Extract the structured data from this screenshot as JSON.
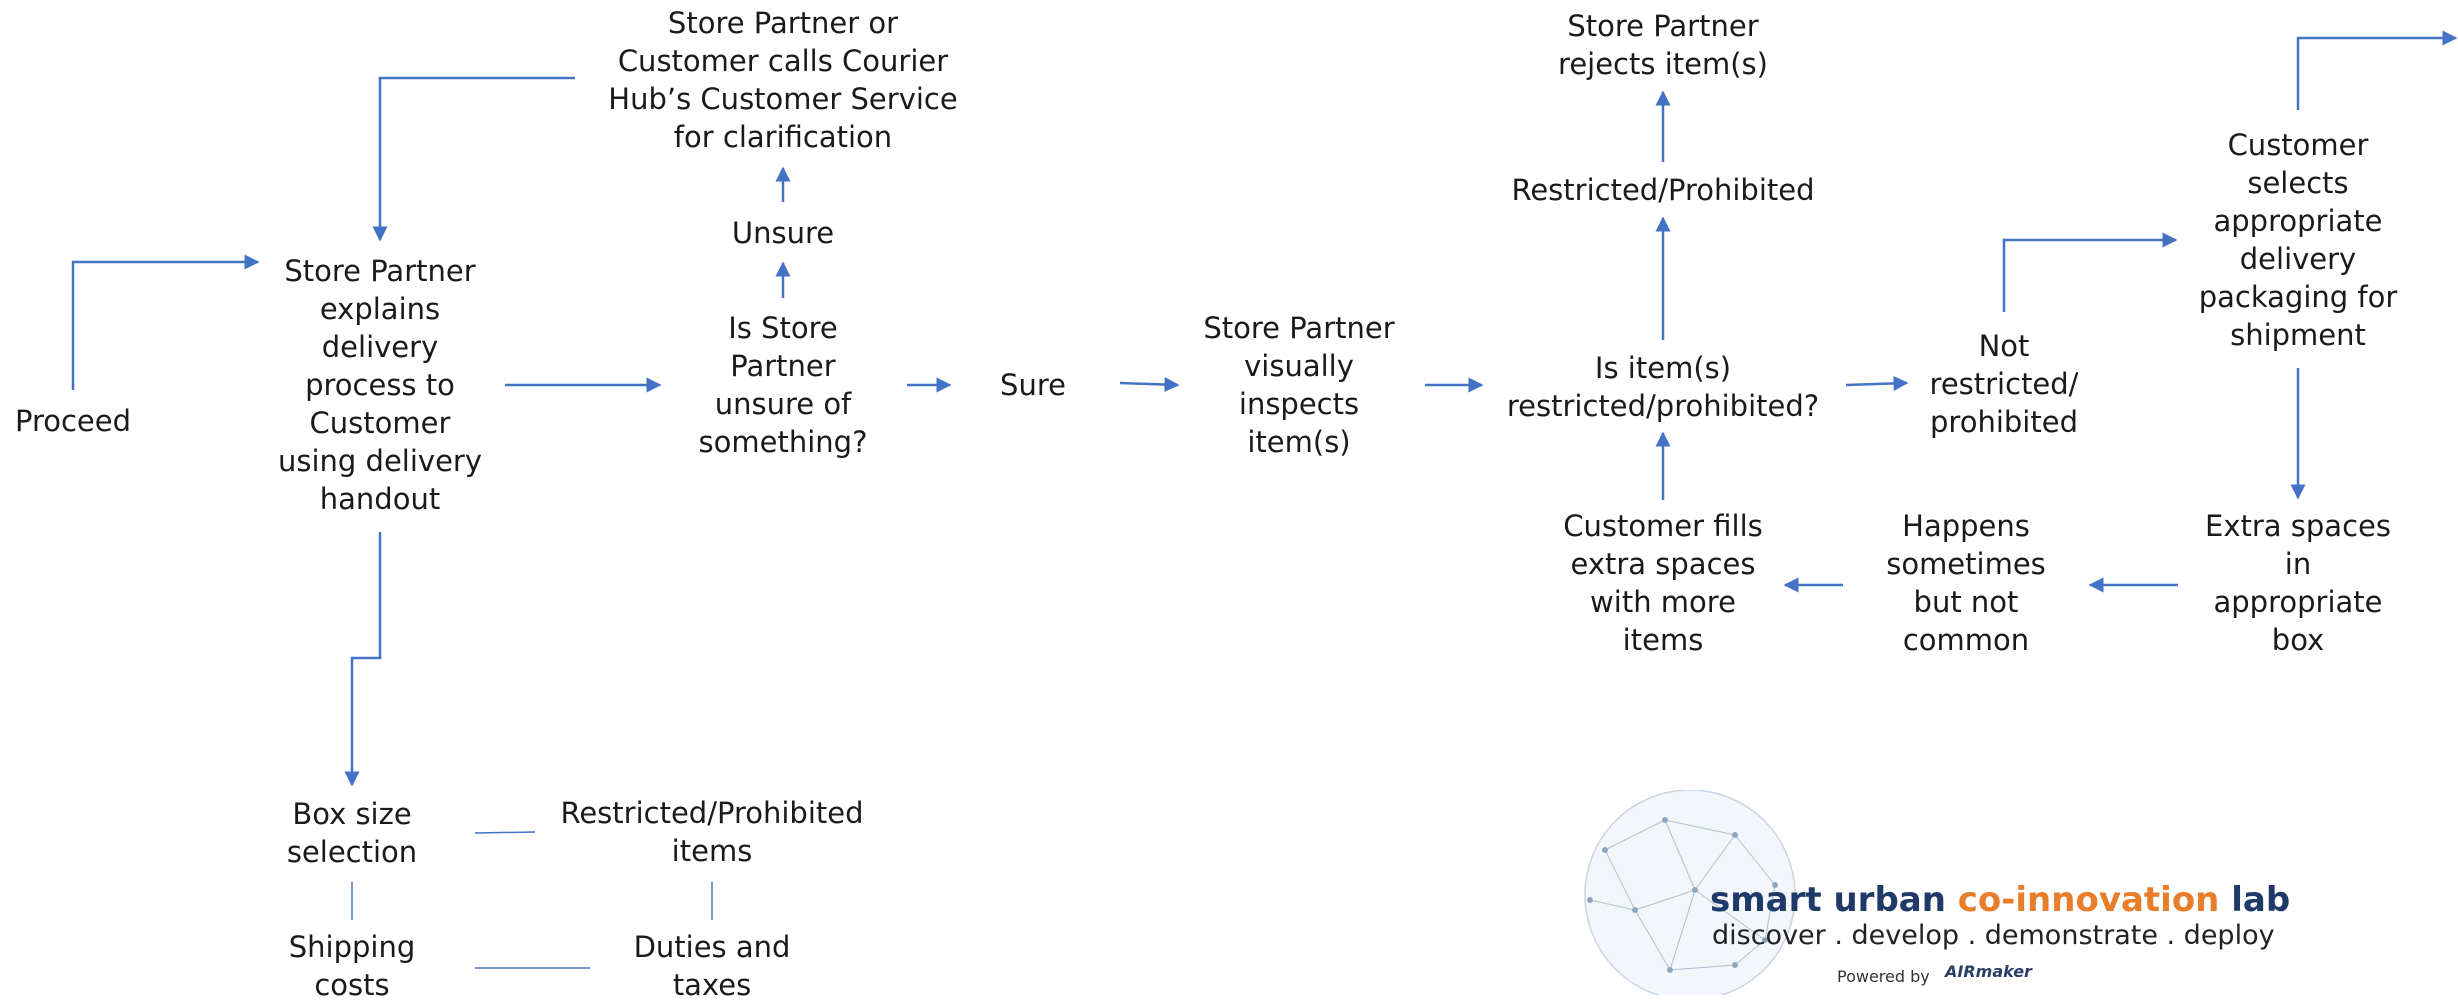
{
  "colors": {
    "line": "#4472c4",
    "text": "#1a1a1a",
    "brand_blue": "#1f3a68",
    "brand_orange": "#e87d2a"
  },
  "nodes": {
    "proceed": "Proceed",
    "explains": "Store Partner\nexplains\ndelivery\nprocess to\nCustomer\nusing delivery\nhandout",
    "calls": "Store Partner or\nCustomer calls Courier\nHub’s Customer Service\nfor clarification",
    "unsure": "Unsure",
    "is_unsure": "Is Store\nPartner\nunsure of\nsomething?",
    "sure": "Sure",
    "inspects": "Store Partner\nvisually\ninspects\nitem(s)",
    "rejects": "Store Partner\nrejects item(s)",
    "restricted": "Restricted/Prohibited",
    "is_restricted": "Is item(s)\nrestricted/prohibited?",
    "not_restricted": "Not\nrestricted/\nprohibited",
    "selects": "Customer\nselects\nappropriate\ndelivery\npackaging for\nshipment",
    "extra_spaces": "Extra spaces\nin\nappropriate\nbox",
    "happens": "Happens\nsometimes\nbut not\ncommon",
    "fills": "Customer fills\nextra spaces\nwith more\nitems",
    "box_size": "Box size\nselection",
    "restricted_items": "Restricted/Prohibited\nitems",
    "shipping": "Shipping\ncosts",
    "duties": "Duties and\ntaxes"
  },
  "logo": {
    "name_part1": "smart urban ",
    "name_part2": "co-innovation",
    "name_part3": " lab",
    "tagline": "discover . develop . demonstrate . deploy",
    "powered_by": "Powered by",
    "partner": "AIRmaker"
  }
}
